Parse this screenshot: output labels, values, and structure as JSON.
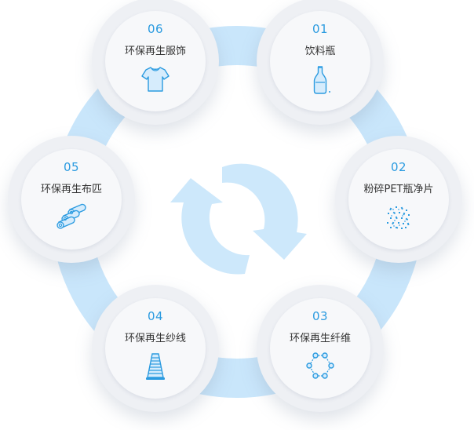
{
  "steps": [
    {
      "num": "01",
      "label": "饮料瓶",
      "icon": "bottle-icon"
    },
    {
      "num": "02",
      "label": "粉碎PET瓶净片",
      "icon": "flakes-icon"
    },
    {
      "num": "03",
      "label": "环保再生纤维",
      "icon": "fiber-molecule-icon"
    },
    {
      "num": "04",
      "label": "环保再生纱线",
      "icon": "yarn-spool-icon"
    },
    {
      "num": "05",
      "label": "环保再生布匹",
      "icon": "fabric-rolls-icon"
    },
    {
      "num": "06",
      "label": "环保再生服饰",
      "icon": "tshirt-icon"
    }
  ],
  "center_icon": "recycle-arrows-icon",
  "colors": {
    "accent": "#2b9be0",
    "ring": "#c9e6fb",
    "arrows": "#cde8fb",
    "text": "#333333"
  }
}
